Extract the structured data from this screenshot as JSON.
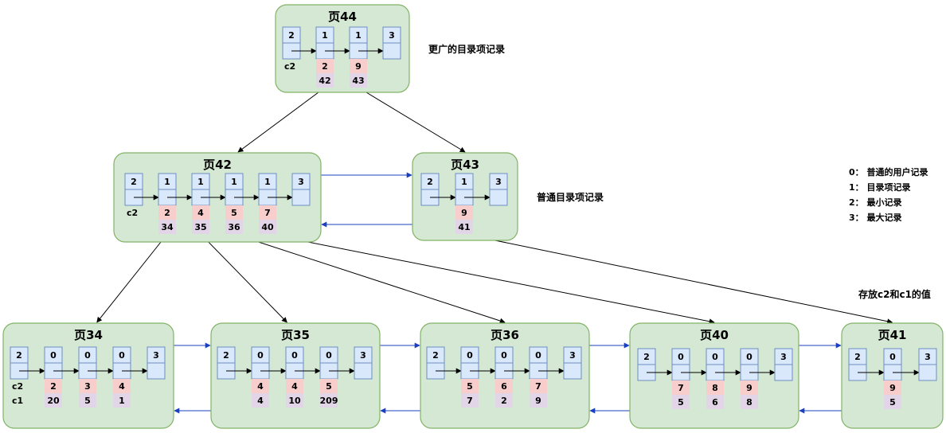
{
  "pages": [
    {
      "id": "p44",
      "title": "页44",
      "recs": [
        "2",
        "1",
        "1",
        "3"
      ],
      "vals": [
        null,
        {
          "c2": "2",
          "c1": "42"
        },
        {
          "c2": "9",
          "c1": "43"
        },
        null
      ],
      "label_c2": "c2",
      "label_c1": ""
    },
    {
      "id": "p42",
      "title": "页42",
      "recs": [
        "2",
        "1",
        "1",
        "1",
        "1",
        "3"
      ],
      "vals": [
        null,
        {
          "c2": "2",
          "c1": "34"
        },
        {
          "c2": "4",
          "c1": "35"
        },
        {
          "c2": "5",
          "c1": "36"
        },
        {
          "c2": "7",
          "c1": "40"
        },
        null
      ],
      "label_c2": "c2",
      "label_c1": ""
    },
    {
      "id": "p43",
      "title": "页43",
      "recs": [
        "2",
        "1",
        "3"
      ],
      "vals": [
        null,
        {
          "c2": "9",
          "c1": "41"
        },
        null
      ],
      "label_c2": "",
      "label_c1": ""
    },
    {
      "id": "p34",
      "title": "页34",
      "recs": [
        "2",
        "0",
        "0",
        "0",
        "3"
      ],
      "vals": [
        null,
        {
          "c2": "2",
          "c1": "20"
        },
        {
          "c2": "3",
          "c1": "5"
        },
        {
          "c2": "4",
          "c1": "1"
        },
        null
      ],
      "label_c2": "c2",
      "label_c1": "c1"
    },
    {
      "id": "p35",
      "title": "页35",
      "recs": [
        "2",
        "0",
        "0",
        "0",
        "3"
      ],
      "vals": [
        null,
        {
          "c2": "4",
          "c1": "4"
        },
        {
          "c2": "4",
          "c1": "10"
        },
        {
          "c2": "5",
          "c1": "209"
        },
        null
      ],
      "label_c2": "",
      "label_c1": ""
    },
    {
      "id": "p36",
      "title": "页36",
      "recs": [
        "2",
        "0",
        "0",
        "0",
        "3"
      ],
      "vals": [
        null,
        {
          "c2": "5",
          "c1": "7"
        },
        {
          "c2": "6",
          "c1": "2"
        },
        {
          "c2": "7",
          "c1": "9"
        },
        null
      ],
      "label_c2": "",
      "label_c1": ""
    },
    {
      "id": "p40",
      "title": "页40",
      "recs": [
        "2",
        "0",
        "0",
        "0",
        "3"
      ],
      "vals": [
        null,
        {
          "c2": "7",
          "c1": "5"
        },
        {
          "c2": "8",
          "c1": "6"
        },
        {
          "c2": "9",
          "c1": "8"
        },
        null
      ],
      "label_c2": "",
      "label_c1": ""
    },
    {
      "id": "p41",
      "title": "页41",
      "recs": [
        "2",
        "0",
        "3"
      ],
      "vals": [
        null,
        {
          "c2": "9",
          "c1": "5"
        },
        null
      ],
      "label_c2": "",
      "label_c1": ""
    }
  ],
  "notes": {
    "higher_level": "更广的目录项记录",
    "normal_level": "普通目录项记录",
    "stored_values": "存放c2和c1的值"
  },
  "legend": [
    "0： 普通的用户记录",
    "1： 目录项记录",
    "2： 最小记录",
    "3： 最大记录"
  ],
  "colors": {
    "page_fill": "#d5e8d4",
    "page_stroke": "#82b366",
    "record_fill": "#dae8fc",
    "record_stroke": "#6c8ebf",
    "key_fill": "#f8cecc",
    "ptr_fill": "#e1d5e7",
    "sibling_link": "#1a3fbf",
    "tree_link": "#000000"
  }
}
